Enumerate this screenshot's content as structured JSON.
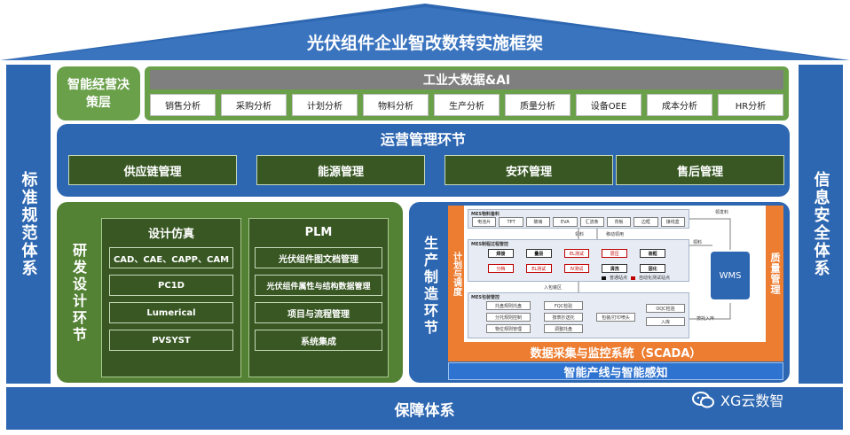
{
  "roof": {
    "title": "光伏组件企业智改数转实施框架"
  },
  "left_side": {
    "label": "标准规范体系"
  },
  "right_side": {
    "label": "信息安全体系"
  },
  "bottom": {
    "label": "保障体系"
  },
  "decision": {
    "label": "智能经营决策层"
  },
  "bigdata": {
    "title": "工业大数据&AI",
    "items": [
      "销售分析",
      "采购分析",
      "计划分析",
      "物料分析",
      "生产分析",
      "质量分析",
      "设备OEE",
      "成本分析",
      "HR分析"
    ]
  },
  "ops": {
    "title": "运营管理环节",
    "items": [
      "供应链管理",
      "能源管理",
      "安环管理",
      "售后管理"
    ]
  },
  "rd": {
    "label": "研发设计环节",
    "sim": {
      "title": "设计仿真",
      "items": [
        "CAD、CAE、CAPP、CAM",
        "PC1D",
        "Lumerical",
        "PVSYST"
      ]
    },
    "plm": {
      "title": "PLM",
      "items": [
        "光伏组件图文档管理",
        "光伏组件属性与结构数据管理",
        "项目与流程管理",
        "系统集成"
      ]
    }
  },
  "mfg": {
    "label": "生产制造环节",
    "plan_label": "计划与调度",
    "quality_label": "质量管理",
    "scada": "数据采集与监控系统（SCADA）",
    "smart_line": "智能产线与智能感知",
    "wms": "WMS",
    "mes_material": {
      "title": "MES物料备料",
      "items": [
        "电池片",
        "TPT",
        "玻璃",
        "EVA",
        "汇流条",
        "背板",
        "边框",
        "接线盒"
      ],
      "feed_label": "领料",
      "return_label": "领发料",
      "flow_label": "领料",
      "move_label": "移动领用"
    },
    "mes_process": {
      "title": "MES制程过程管控",
      "row1": [
        "焊接",
        "叠层",
        "EL测试",
        "层压",
        "装框"
      ],
      "row2": [
        "分档",
        "EL测试",
        "IV测试",
        "清洗",
        "固化"
      ],
      "legend_normal": "普通站点",
      "legend_auto": "自动化测试站点"
    },
    "mes_pack": {
      "title": "MES包装管控",
      "col1": [
        "托盘规则托盘",
        "分托规则控制",
        "物位规则管理"
      ],
      "col2": [
        "FQC检验",
        "按表抄送托",
        "调整托盘"
      ],
      "mid": "包装/打印喷头",
      "col4": [
        "OQC检验",
        "入库"
      ],
      "in_label": "入包装区",
      "store_label": "按托入库"
    }
  },
  "watermark": {
    "text": "XG云数智"
  },
  "colors": {
    "primary_blue": "#2e67b1",
    "green": "#6aa04a",
    "dark_green": "#385723",
    "orange": "#ed7d31",
    "gray": "#7f7f7f"
  }
}
